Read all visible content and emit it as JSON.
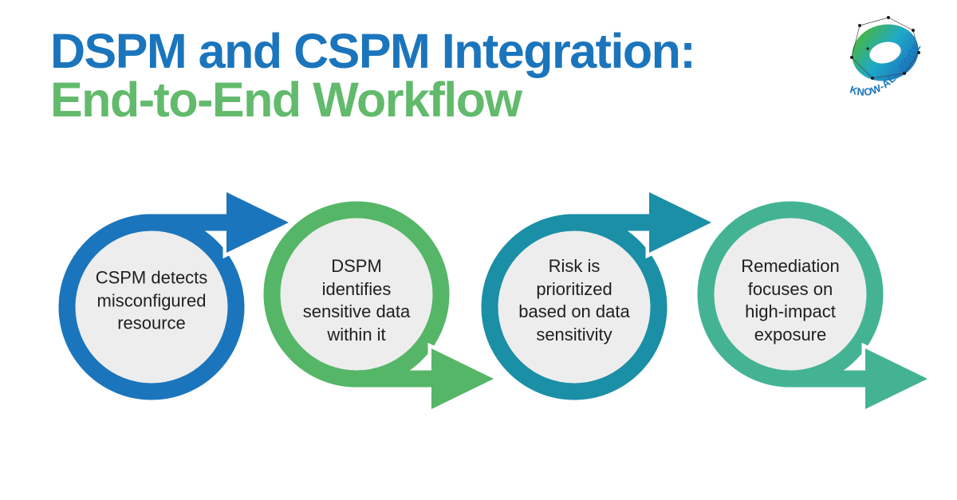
{
  "title": {
    "line1": "DSPM and CSPM Integration:",
    "line2": "End-to-End Workflow"
  },
  "logo": {
    "brand": "KNOW-ALL-EDGE"
  },
  "colors": {
    "title_blue": "#1B75BC",
    "title_green": "#62BA6C",
    "step1_blue": "#1B75BC",
    "step2_green": "#55B667",
    "step3_teal": "#1B8FA6",
    "step4_seafoam": "#44B394",
    "circle_fill": "#EDEDED",
    "step_text": "#1F1F1F",
    "logo_text_blue": "#1B75BC"
  },
  "steps": [
    {
      "order": 1,
      "text": "CSPM detects\nmisconfigured\nresource",
      "color": "#1B75BC",
      "arrow": "top-right"
    },
    {
      "order": 2,
      "text": "DSPM\nidentifies\nsensitive data\nwithin it",
      "color": "#55B667",
      "arrow": "bottom-right"
    },
    {
      "order": 3,
      "text": "Risk is\nprioritized\nbased on data\nsensitivity",
      "color": "#1B8FA6",
      "arrow": "top-right"
    },
    {
      "order": 4,
      "text": "Remediation\nfocuses on\nhigh-impact\nexposure",
      "color": "#44B394",
      "arrow": "bottom-right"
    }
  ]
}
